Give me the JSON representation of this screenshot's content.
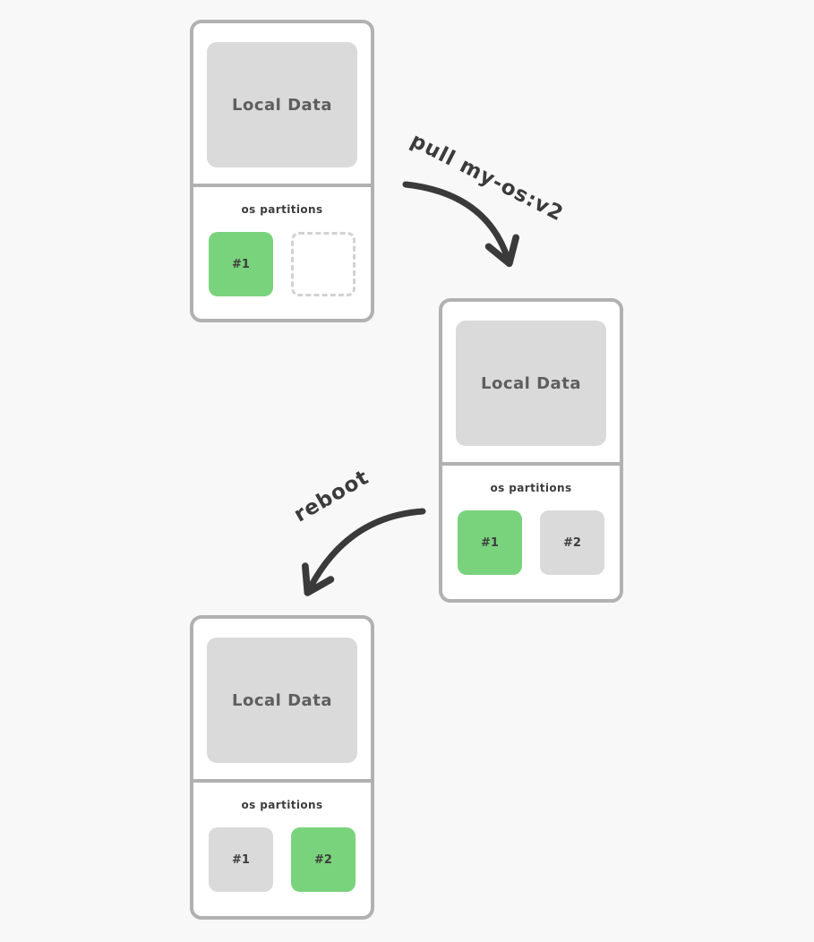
{
  "colors": {
    "background": "#f8f8f8",
    "device_border": "#b1b1b1",
    "device_bg": "#ffffff",
    "local_data_bg": "#dadada",
    "active_partition": "#79d37c",
    "inactive_partition": "#dadada",
    "arrow": "#3a3a3a"
  },
  "devices": [
    {
      "local_data_label": "Local Data",
      "partitions_label": "os partitions",
      "partitions": [
        {
          "label": "#1",
          "state": "active"
        },
        {
          "label": "",
          "state": "empty"
        }
      ]
    },
    {
      "local_data_label": "Local Data",
      "partitions_label": "os partitions",
      "partitions": [
        {
          "label": "#1",
          "state": "active"
        },
        {
          "label": "#2",
          "state": "inactive"
        }
      ]
    },
    {
      "local_data_label": "Local Data",
      "partitions_label": "os partitions",
      "partitions": [
        {
          "label": "#1",
          "state": "inactive"
        },
        {
          "label": "#2",
          "state": "active"
        }
      ]
    }
  ],
  "arrows": [
    {
      "label": "pull my-os:v2"
    },
    {
      "label": "reboot"
    }
  ]
}
